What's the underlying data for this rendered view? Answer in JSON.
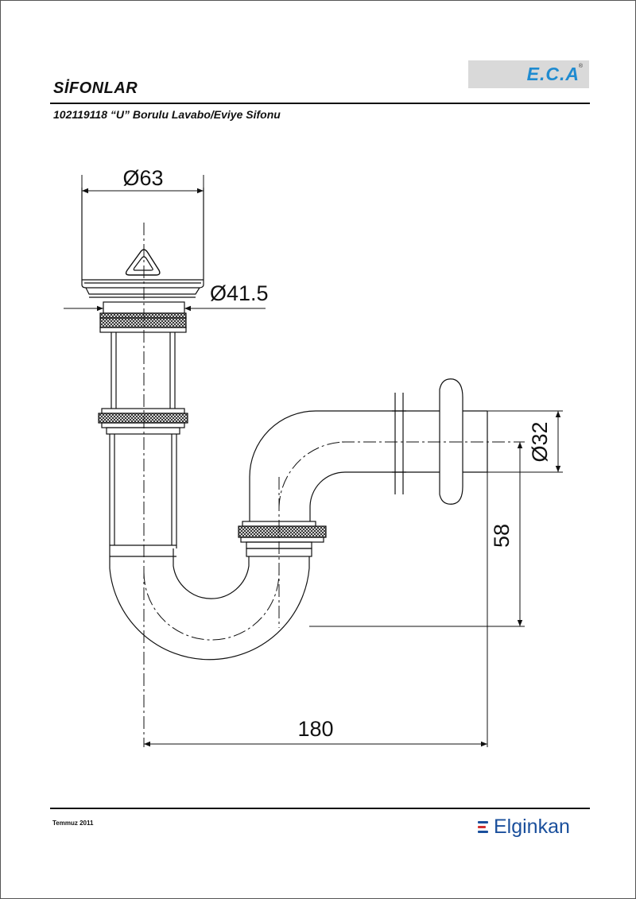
{
  "header": {
    "title": "SİFONLAR",
    "subtitle": "102119118 “U” Borulu Lavabo/Eviye Sifonu",
    "logo": {
      "text": "E.C.A",
      "registered": "®",
      "color": "#1f8bd0",
      "background": "#d9d9d9"
    }
  },
  "drawing": {
    "dimensions": {
      "top_diameter": "Ø63",
      "neck_diameter": "Ø41.5",
      "outlet_diameter": "Ø32",
      "height": "58",
      "width": "180"
    },
    "line_color": "#111111"
  },
  "footer": {
    "date": "Temmuz 2011",
    "brand": "Elginkan",
    "brand_color": "#1a4f9c",
    "brand_mark_colors": [
      "#1a4f9c",
      "#d22f2f",
      "#1a4f9c"
    ]
  }
}
